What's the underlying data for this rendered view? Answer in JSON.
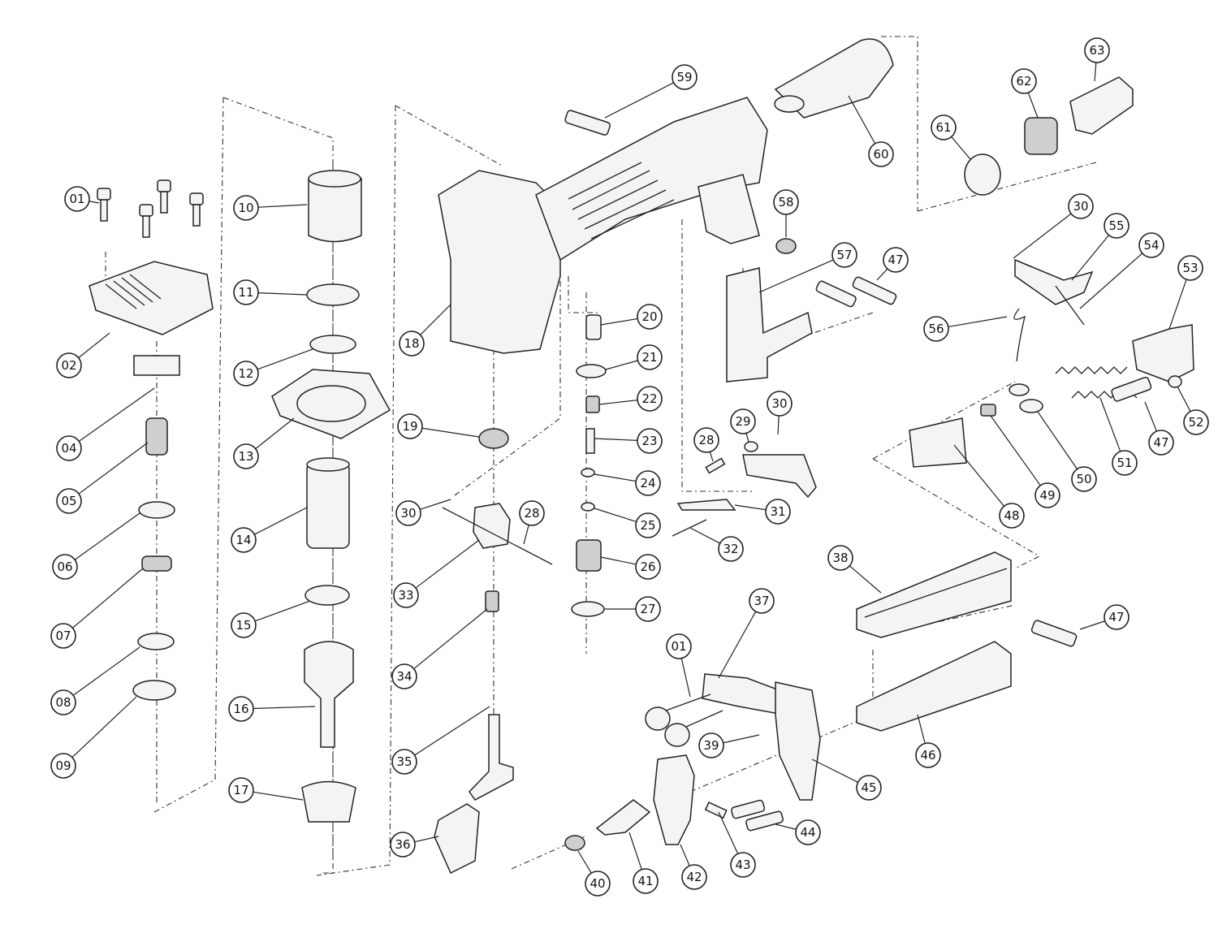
{
  "diagram": {
    "callouts": [
      {
        "id": "c01a",
        "label": "01"
      },
      {
        "id": "c02",
        "label": "02"
      },
      {
        "id": "c04",
        "label": "04"
      },
      {
        "id": "c05",
        "label": "05"
      },
      {
        "id": "c06",
        "label": "06"
      },
      {
        "id": "c07",
        "label": "07"
      },
      {
        "id": "c08",
        "label": "08"
      },
      {
        "id": "c09",
        "label": "09"
      },
      {
        "id": "c10",
        "label": "10"
      },
      {
        "id": "c11",
        "label": "11"
      },
      {
        "id": "c12",
        "label": "12"
      },
      {
        "id": "c13",
        "label": "13"
      },
      {
        "id": "c14",
        "label": "14"
      },
      {
        "id": "c15",
        "label": "15"
      },
      {
        "id": "c16",
        "label": "16"
      },
      {
        "id": "c17",
        "label": "17"
      },
      {
        "id": "c18",
        "label": "18"
      },
      {
        "id": "c19",
        "label": "19"
      },
      {
        "id": "c20",
        "label": "20"
      },
      {
        "id": "c21",
        "label": "21"
      },
      {
        "id": "c22",
        "label": "22"
      },
      {
        "id": "c23",
        "label": "23"
      },
      {
        "id": "c24",
        "label": "24"
      },
      {
        "id": "c25",
        "label": "25"
      },
      {
        "id": "c26",
        "label": "26"
      },
      {
        "id": "c27",
        "label": "27"
      },
      {
        "id": "c28a",
        "label": "28"
      },
      {
        "id": "c28b",
        "label": "28"
      },
      {
        "id": "c29",
        "label": "29"
      },
      {
        "id": "c30a",
        "label": "30"
      },
      {
        "id": "c30b",
        "label": "30"
      },
      {
        "id": "c30c",
        "label": "30"
      },
      {
        "id": "c31",
        "label": "31"
      },
      {
        "id": "c32",
        "label": "32"
      },
      {
        "id": "c33",
        "label": "33"
      },
      {
        "id": "c34",
        "label": "34"
      },
      {
        "id": "c35",
        "label": "35"
      },
      {
        "id": "c36",
        "label": "36"
      },
      {
        "id": "c37",
        "label": "37"
      },
      {
        "id": "c38",
        "label": "38"
      },
      {
        "id": "c39",
        "label": "39"
      },
      {
        "id": "c01b",
        "label": "01"
      },
      {
        "id": "c40",
        "label": "40"
      },
      {
        "id": "c41",
        "label": "41"
      },
      {
        "id": "c42",
        "label": "42"
      },
      {
        "id": "c43",
        "label": "43"
      },
      {
        "id": "c44",
        "label": "44"
      },
      {
        "id": "c45",
        "label": "45"
      },
      {
        "id": "c46",
        "label": "46"
      },
      {
        "id": "c47a",
        "label": "47"
      },
      {
        "id": "c47b",
        "label": "47"
      },
      {
        "id": "c47c",
        "label": "47"
      },
      {
        "id": "c48",
        "label": "48"
      },
      {
        "id": "c49",
        "label": "49"
      },
      {
        "id": "c50",
        "label": "50"
      },
      {
        "id": "c51",
        "label": "51"
      },
      {
        "id": "c52",
        "label": "52"
      },
      {
        "id": "c53",
        "label": "53"
      },
      {
        "id": "c54",
        "label": "54"
      },
      {
        "id": "c55",
        "label": "55"
      },
      {
        "id": "c56",
        "label": "56"
      },
      {
        "id": "c57",
        "label": "57"
      },
      {
        "id": "c58",
        "label": "58"
      },
      {
        "id": "c59",
        "label": "59"
      },
      {
        "id": "c60",
        "label": "60"
      },
      {
        "id": "c61",
        "label": "61"
      },
      {
        "id": "c62",
        "label": "62"
      },
      {
        "id": "c63",
        "label": "63"
      }
    ]
  }
}
